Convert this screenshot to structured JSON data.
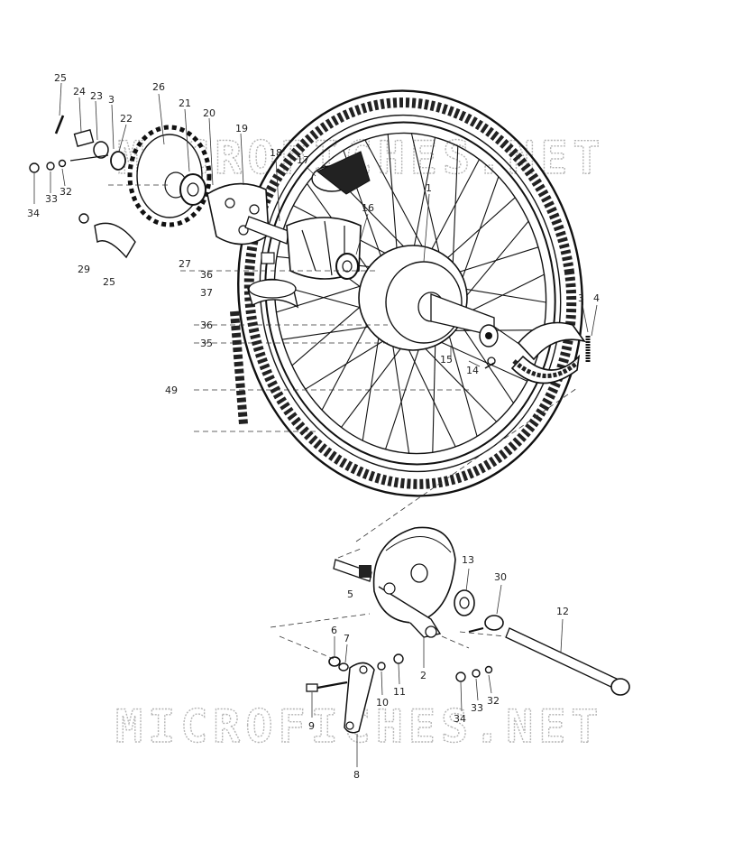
{
  "diagram": {
    "watermark_top": "MICROFICHES.NET",
    "watermark_bottom": "MICROFICHES.NET",
    "part_labels": [
      {
        "id": "l25a",
        "text": "25"
      },
      {
        "id": "l24",
        "text": "24"
      },
      {
        "id": "l23",
        "text": "23"
      },
      {
        "id": "l3a",
        "text": "3"
      },
      {
        "id": "l22",
        "text": "22"
      },
      {
        "id": "l26",
        "text": "26"
      },
      {
        "id": "l21",
        "text": "21"
      },
      {
        "id": "l20",
        "text": "20"
      },
      {
        "id": "l19",
        "text": "19"
      },
      {
        "id": "l18",
        "text": "18"
      },
      {
        "id": "l17",
        "text": "17"
      },
      {
        "id": "l16",
        "text": "16"
      },
      {
        "id": "l1",
        "text": "1"
      },
      {
        "id": "l34a",
        "text": "34"
      },
      {
        "id": "l33a",
        "text": "33"
      },
      {
        "id": "l32a",
        "text": "32"
      },
      {
        "id": "l29",
        "text": "29"
      },
      {
        "id": "l25b",
        "text": "25"
      },
      {
        "id": "l27",
        "text": "27"
      },
      {
        "id": "l36a",
        "text": "36"
      },
      {
        "id": "l37",
        "text": "37"
      },
      {
        "id": "l36b",
        "text": "36"
      },
      {
        "id": "l35",
        "text": "35"
      },
      {
        "id": "l49",
        "text": "49"
      },
      {
        "id": "l3b",
        "text": "3"
      },
      {
        "id": "l4",
        "text": "4"
      },
      {
        "id": "l15",
        "text": "15"
      },
      {
        "id": "l14",
        "text": "14"
      },
      {
        "id": "l13",
        "text": "13"
      },
      {
        "id": "l30",
        "text": "30"
      },
      {
        "id": "l5",
        "text": "5"
      },
      {
        "id": "l12",
        "text": "12"
      },
      {
        "id": "l6",
        "text": "6"
      },
      {
        "id": "l7",
        "text": "7"
      },
      {
        "id": "l2",
        "text": "2"
      },
      {
        "id": "l10",
        "text": "10"
      },
      {
        "id": "l11",
        "text": "11"
      },
      {
        "id": "l34b",
        "text": "34"
      },
      {
        "id": "l33b",
        "text": "33"
      },
      {
        "id": "l32b",
        "text": "32"
      },
      {
        "id": "l9",
        "text": "9"
      },
      {
        "id": "l8",
        "text": "8"
      }
    ]
  }
}
